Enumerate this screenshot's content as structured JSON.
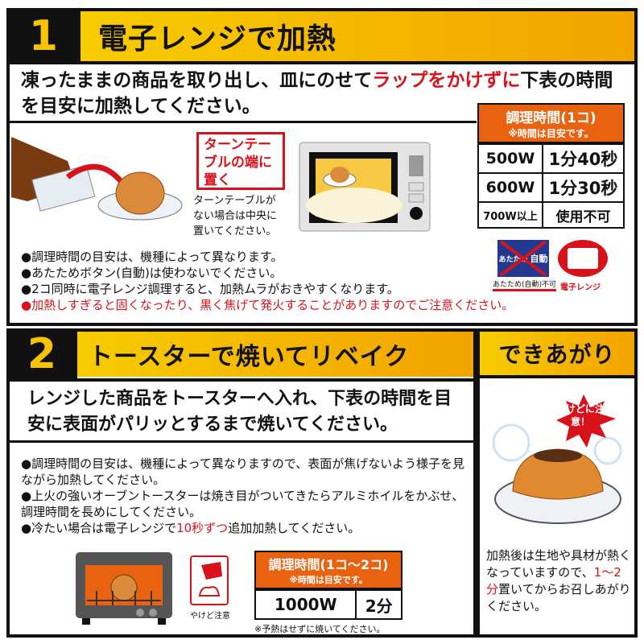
{
  "section1": {
    "number": "1",
    "title": "電子レンジで加熱",
    "lead_part1": "凍ったままの商品を取り出し、皿にのせて",
    "lead_red": "ラップをかけずに",
    "lead_part2": "下表の時間を目安に加熱してください。",
    "callout": "ターンテーブルの端に置く",
    "callout_note": "ターンテーブルがない場合は中央に置いてください。",
    "notes": [
      "●調理時間の目安は、機種によって異なります。",
      "●あたためボタン(自動)は使わないでください。",
      "●2コ同時に電子レンジ調理すると、加熱ムラがおきやすくなります。"
    ],
    "warning": "●加熱しすぎると固くなったり、黒く焦げて発火することがありますのでご注意ください。",
    "table": {
      "title": "調理時間(1コ)",
      "subtitle": "※時間は目安です。",
      "rows": [
        {
          "watt": "500W",
          "time": "1分40秒"
        },
        {
          "watt": "600W",
          "time": "1分30秒"
        },
        {
          "watt": "700W以上",
          "time": "使用不可"
        }
      ]
    },
    "icon_auto_left": "あたため",
    "icon_auto_right": "自動",
    "icon_auto_caption": "あたため(自動)不可",
    "icon_microwave_caption": "電子レンジ"
  },
  "section2": {
    "number": "2",
    "title": "トースターで焼いてリベイク",
    "lead": "レンジした商品をトースターへ入れ、下表の時間を目安に表面がパリッとするまで焼いてください。",
    "notes": [
      "●調理時間の目安は、機種によって異なりますので、表面が焦げないよう様子を見ながら加熱してください。",
      "●上火の強いオーブントースターは焼き目がついてきたらアルミホイルをかぶせ、調理時間を長めにしてください。"
    ],
    "note3_part1": "●冷たい場合は電子レンジで",
    "note3_red": "10秒ずつ",
    "note3_part2": "追加加熱してください。",
    "burn_caption": "やけど注意",
    "table": {
      "title": "調理時間(1コ〜2コ)",
      "subtitle": "※時間は目安です。",
      "watt": "1000W",
      "time": "2分",
      "footnote": "※予熱はせずに焼いてください。"
    }
  },
  "finish": {
    "title": "できあがり",
    "badge": "やけどに注意！",
    "text_part1": "加熱後は生地や具材が熱くなっていますので、",
    "text_red": "1〜2分",
    "text_part2": "置いてからお召しあがりください。"
  },
  "colors": {
    "yellow": "#f7c400",
    "orange": "#e8620f",
    "red": "#d8121b",
    "black": "#111111"
  }
}
